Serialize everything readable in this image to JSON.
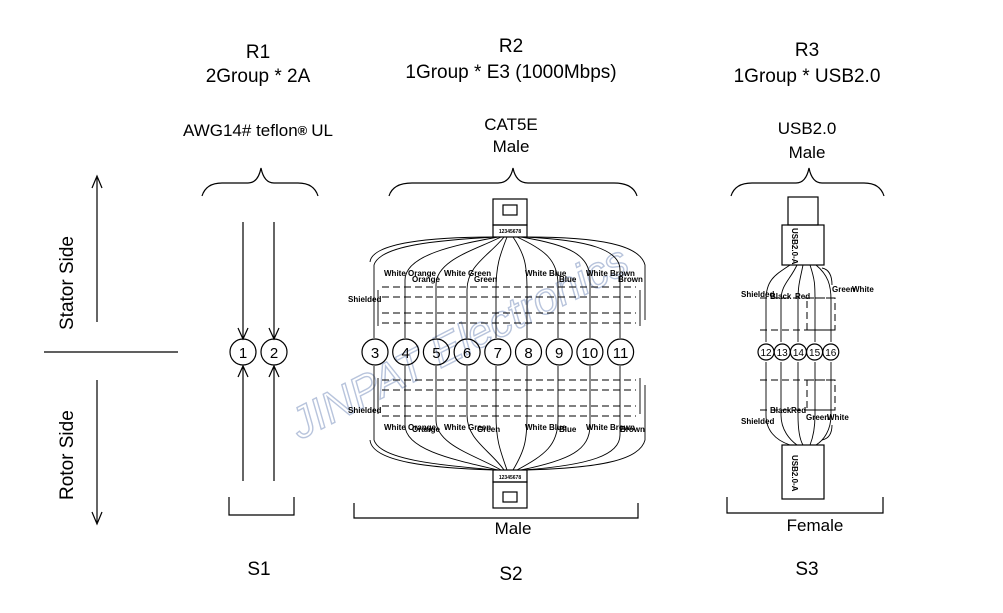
{
  "sections": {
    "r1": {
      "id": "R1",
      "spec": "2Group * 2A",
      "cable": "AWG14# teflon",
      "reg": "®",
      "cable_suffix": "UL",
      "slot": "S1",
      "channels": [
        "1",
        "2"
      ]
    },
    "r2": {
      "id": "R2",
      "spec": "1Group * E3 (1000Mbps)",
      "connector": "CAT5E",
      "gender_top": "Male",
      "gender_bottom": "Male",
      "slot": "S2",
      "channels": [
        "3",
        "4",
        "5",
        "6",
        "7",
        "8",
        "9",
        "10",
        "11"
      ],
      "wires": [
        "White Orange",
        "Orange",
        "White Green",
        "Green",
        "White Blue",
        "Blue",
        "White Brown",
        "Brown"
      ],
      "shield": "Shielded"
    },
    "r3": {
      "id": "R3",
      "spec": "1Group * USB2.0",
      "connector": "USB2.0",
      "gender_top": "Male",
      "gender_bottom": "Female",
      "slot": "S3",
      "channels": [
        "12",
        "13",
        "14",
        "15",
        "16"
      ],
      "wires": [
        "Shielded",
        "Black",
        "Red",
        "Green",
        "White"
      ],
      "plug_label": "USB2.0-A"
    }
  },
  "sides": {
    "stator": "Stator Side",
    "rotor": "Rotor Side"
  },
  "watermark": "JINPAT Electronics",
  "pin_label": "12345678"
}
